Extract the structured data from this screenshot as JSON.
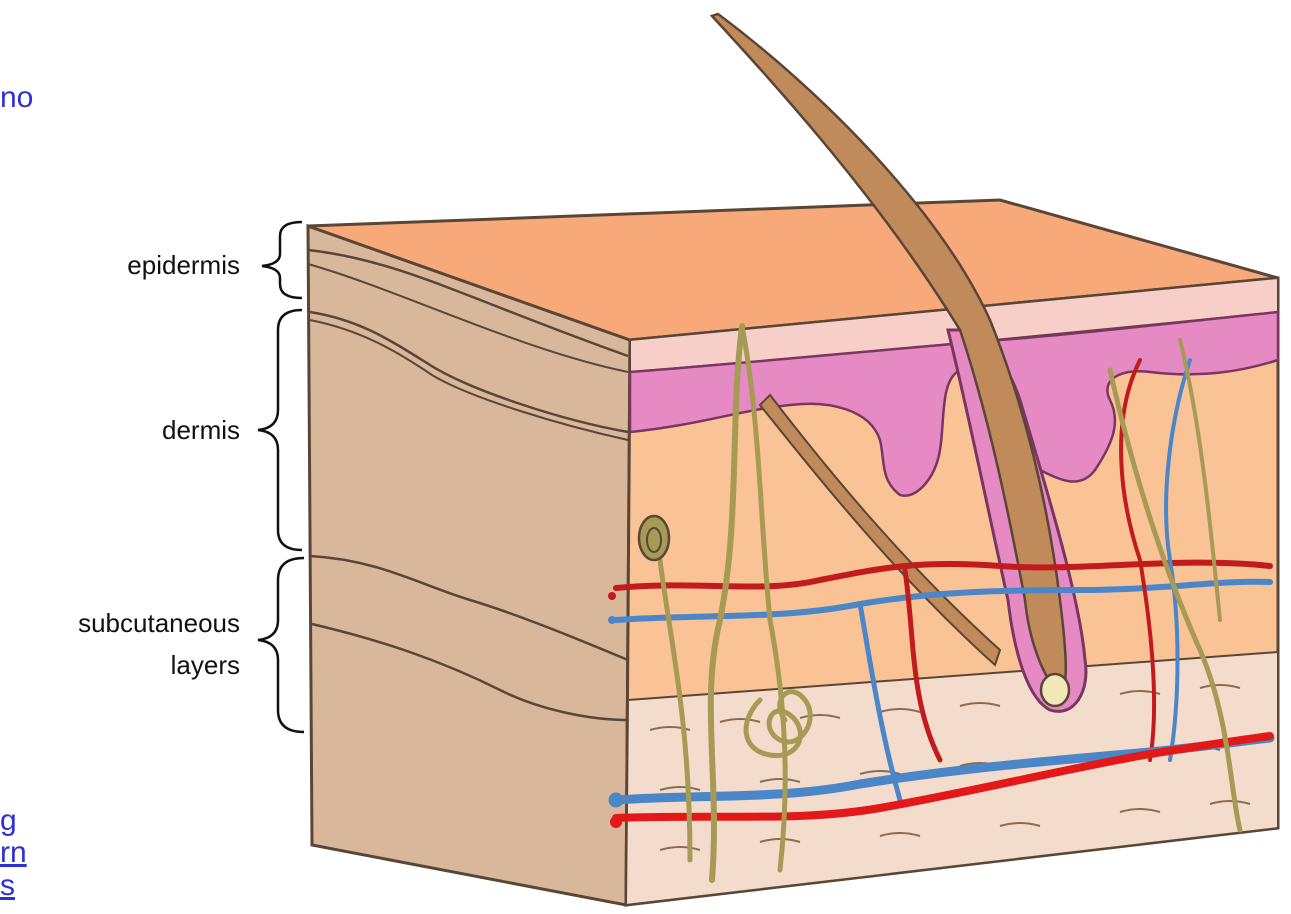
{
  "fragments": {
    "top": "no",
    "bottom_1": "g",
    "bottom_2": "rn",
    "bottom_3": "s"
  },
  "labels": {
    "epidermis": "epidermis",
    "dermis": "dermis",
    "subcutaneous_1": "subcutaneous",
    "subcutaneous_2": "layers"
  },
  "colors": {
    "surface": "#f8a97a",
    "side": "#d9b79a",
    "dermis": "#f9c396",
    "subcutaneous": "#f3dccb",
    "epidermis_band": "#f7cfc8",
    "pink_layer": "#e58ac2",
    "hair": "#c08a5a",
    "nerve": "#a79a55",
    "artery": "#c21b1b",
    "vein": "#4a86c8",
    "outline": "#5a4636",
    "fragment_text": "#2f2fd6"
  }
}
